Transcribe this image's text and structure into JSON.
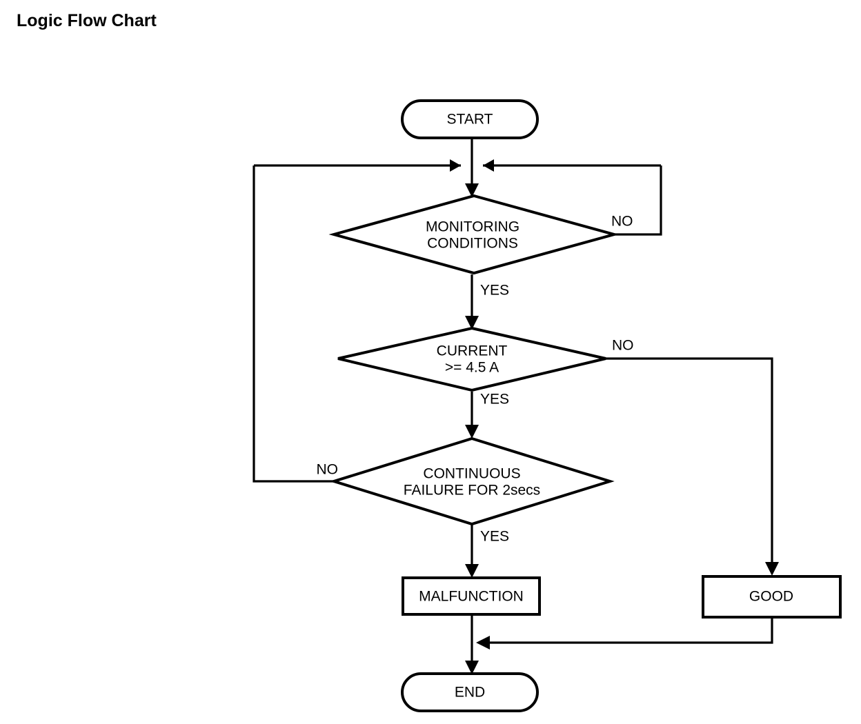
{
  "title": "Logic Flow Chart",
  "chart_data": {
    "type": "flowchart",
    "title": "Logic Flow Chart",
    "orientation": "top-to-bottom",
    "nodes": [
      {
        "id": "start",
        "shape": "terminator",
        "label": "START"
      },
      {
        "id": "monitoring",
        "shape": "decision",
        "label": "MONITORING CONDITIONS",
        "line1": "MONITORING",
        "line2": "CONDITIONS"
      },
      {
        "id": "current",
        "shape": "decision",
        "label": "CURRENT >= 4.5 A",
        "line1": "CURRENT",
        "line2": ">= 4.5 A"
      },
      {
        "id": "continuous",
        "shape": "decision",
        "label": "CONTINUOUS FAILURE FOR 2secs",
        "line1": "CONTINUOUS",
        "line2": "FAILURE FOR 2secs"
      },
      {
        "id": "malfunction",
        "shape": "process",
        "label": "MALFUNCTION"
      },
      {
        "id": "good",
        "shape": "process",
        "label": "GOOD"
      },
      {
        "id": "end",
        "shape": "terminator",
        "label": "END"
      }
    ],
    "edges": [
      {
        "from": "start",
        "to": "monitoring",
        "label": ""
      },
      {
        "from": "monitoring",
        "to": "current",
        "label": "YES"
      },
      {
        "from": "monitoring",
        "to": "monitoring",
        "label": "NO",
        "routing": "right-loop-back-to-top"
      },
      {
        "from": "current",
        "to": "continuous",
        "label": "YES"
      },
      {
        "from": "current",
        "to": "good",
        "label": "NO",
        "routing": "right-down"
      },
      {
        "from": "continuous",
        "to": "malfunction",
        "label": "YES"
      },
      {
        "from": "continuous",
        "to": "monitoring",
        "label": "NO",
        "routing": "left-loop-back-to-top"
      },
      {
        "from": "malfunction",
        "to": "end",
        "label": ""
      },
      {
        "from": "good",
        "to": "end",
        "label": "",
        "routing": "down-left-merge"
      }
    ]
  },
  "nodes": {
    "start": "START",
    "monitoring_line1": "MONITORING",
    "monitoring_line2": "CONDITIONS",
    "current_line1": "CURRENT",
    "current_line2": ">= 4.5 A",
    "continuous_line1": "CONTINUOUS",
    "continuous_line2": "FAILURE FOR 2secs",
    "malfunction": "MALFUNCTION",
    "good": "GOOD",
    "end": "END"
  },
  "edge_labels": {
    "monitoring_no": "NO",
    "monitoring_yes": "YES",
    "current_no": "NO",
    "current_yes": "YES",
    "continuous_no": "NO",
    "continuous_yes": "YES"
  },
  "colors": {
    "stroke": "#000000",
    "fill": "#ffffff",
    "text": "#000000"
  }
}
